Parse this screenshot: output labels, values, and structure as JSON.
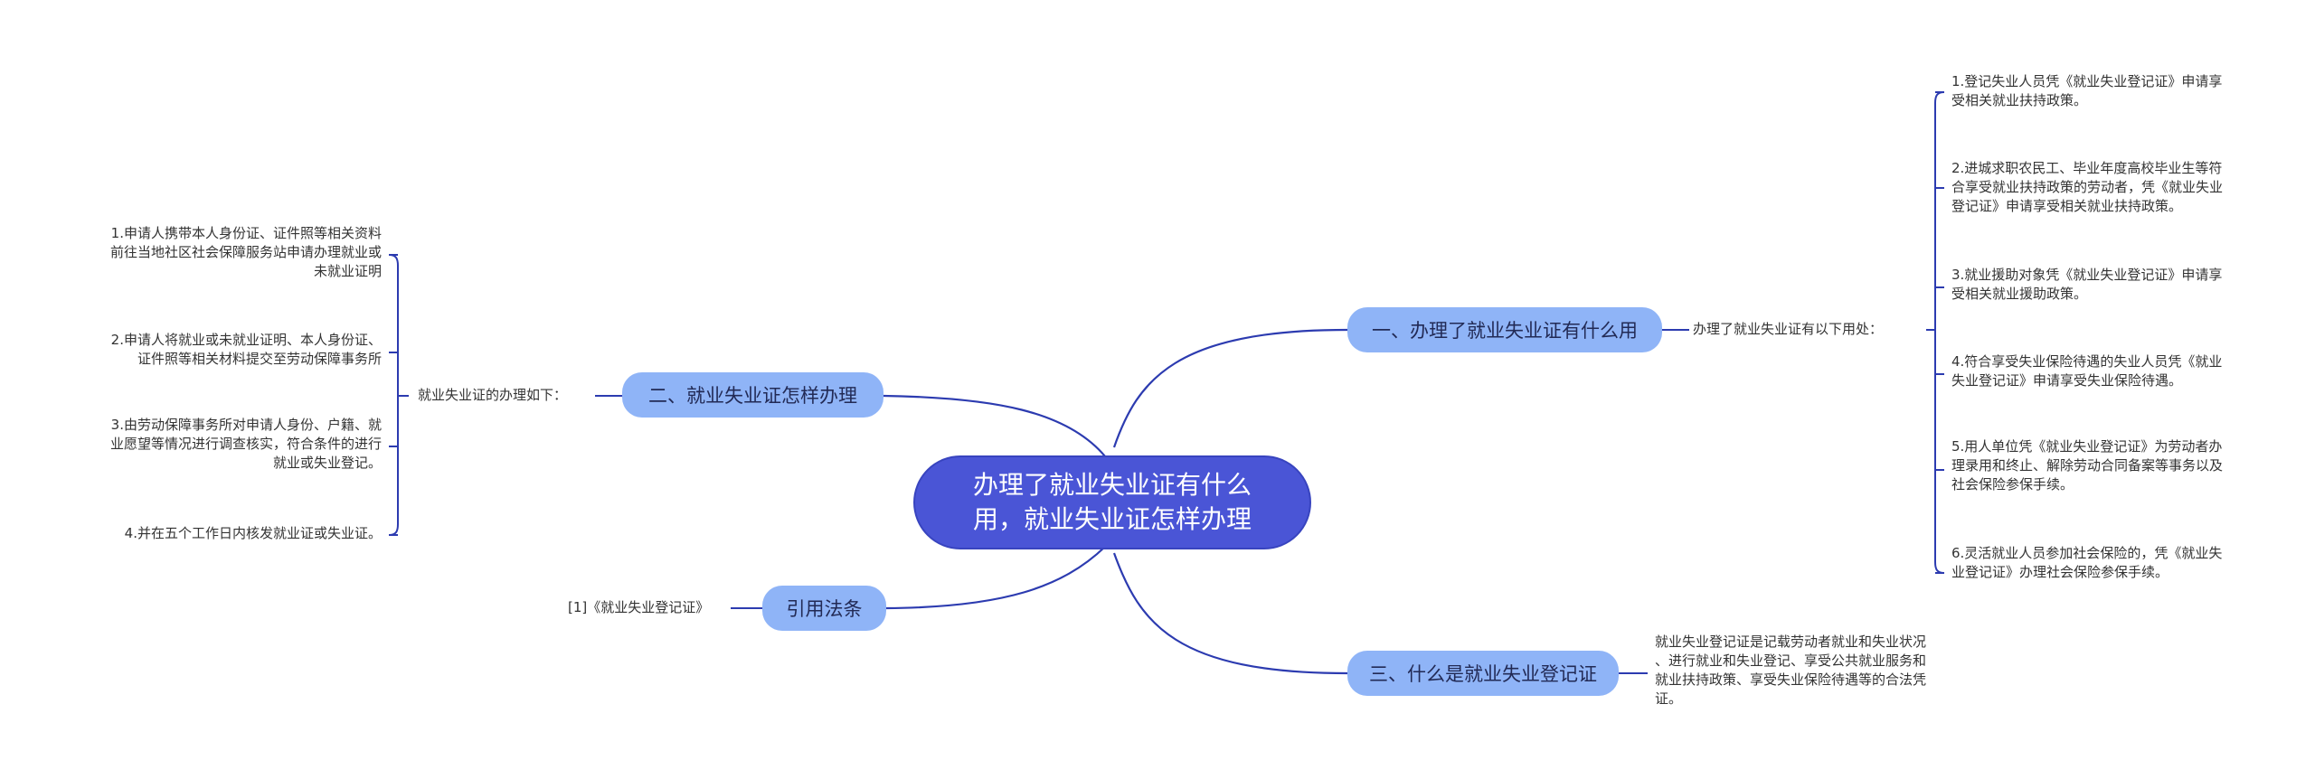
{
  "root": {
    "line1": "办理了就业失业证有什么",
    "line2": "用，就业失业证怎样办理"
  },
  "branches": {
    "b1": {
      "title": "一、办理了就业失业证有什么用",
      "label": "办理了就业失业证有以下用处：",
      "items": [
        [
          "1.登记失业人员凭《就业失业登记证》申请享",
          "受相关就业扶持政策。"
        ],
        [
          "2.进城求职农民工、毕业年度高校毕业生等符",
          "合享受就业扶持政策的劳动者，凭《就业失业",
          "登记证》申请享受相关就业扶持政策。"
        ],
        [
          "3.就业援助对象凭《就业失业登记证》申请享",
          "受相关就业援助政策。"
        ],
        [
          "4.符合享受失业保险待遇的失业人员凭《就业",
          "失业登记证》申请享受失业保险待遇。"
        ],
        [
          "5.用人单位凭《就业失业登记证》为劳动者办",
          "理录用和终止、解除劳动合同备案等事务以及",
          "社会保险参保手续。"
        ],
        [
          "6.灵活就业人员参加社会保险的，凭《就业失",
          "业登记证》办理社会保险参保手续。"
        ]
      ]
    },
    "b2": {
      "title": "二、就业失业证怎样办理",
      "label": "就业失业证的办理如下：",
      "items": [
        [
          "1.申请人携带本人身份证、证件照等相关资料",
          "前往当地社区社会保障服务站申请办理就业或",
          "未就业证明"
        ],
        [
          "2.申请人将就业或未就业证明、本人身份证、",
          "证件照等相关材料提交至劳动保障事务所"
        ],
        [
          "3.由劳动保障事务所对申请人身份、户籍、就",
          "业愿望等情况进行调查核实，符合条件的进行",
          "就业或失业登记。"
        ],
        [
          "4.并在五个工作日内核发就业证或失业证。"
        ]
      ]
    },
    "b3": {
      "title": "三、什么是就业失业登记证",
      "items": [
        [
          "就业失业登记证是记载劳动者就业和失业状况",
          "、进行就业和失业登记、享受公共就业服务和",
          "就业扶持政策、享受失业保险待遇等的合法凭",
          "证。"
        ]
      ]
    },
    "b4": {
      "title": "引用法条",
      "items": [
        [
          "[1]《就业失业登记证》"
        ]
      ]
    }
  },
  "colors": {
    "root": "#4a55d6",
    "branch": "#8fb4f7",
    "line": "#2c3bb0"
  }
}
